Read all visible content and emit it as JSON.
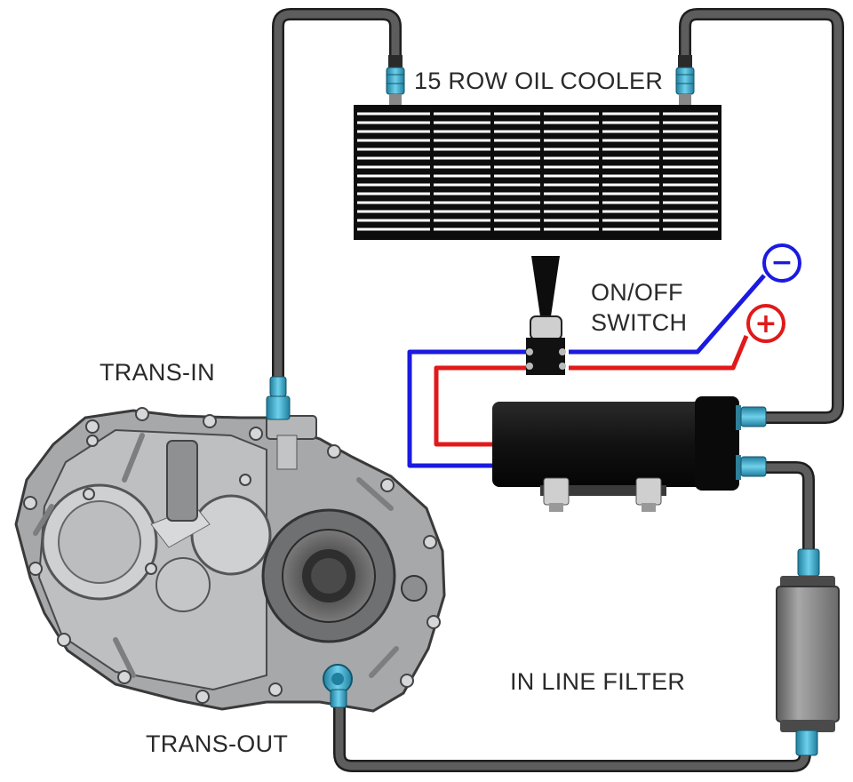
{
  "labels": {
    "oil_cooler": "15 ROW OIL COOLER",
    "switch_line1": "ON/OFF",
    "switch_line2": "SWITCH",
    "trans_in": "TRANS-IN",
    "in_line_filter": "IN LINE FILTER",
    "trans_out": "TRANS-OUT"
  },
  "terminals": {
    "negative": "−",
    "positive": "+"
  },
  "colors": {
    "hose": "#555555",
    "hose_edge": "#1e1e1e",
    "fitting": "#3fa9c9",
    "negative_wire": "#1a1ae0",
    "positive_wire": "#e01a1a",
    "cooler_body": "#0d0d0d",
    "pump_body": "#111111",
    "filter_body": "#8a8a8a",
    "transmission": "#a9abad"
  }
}
